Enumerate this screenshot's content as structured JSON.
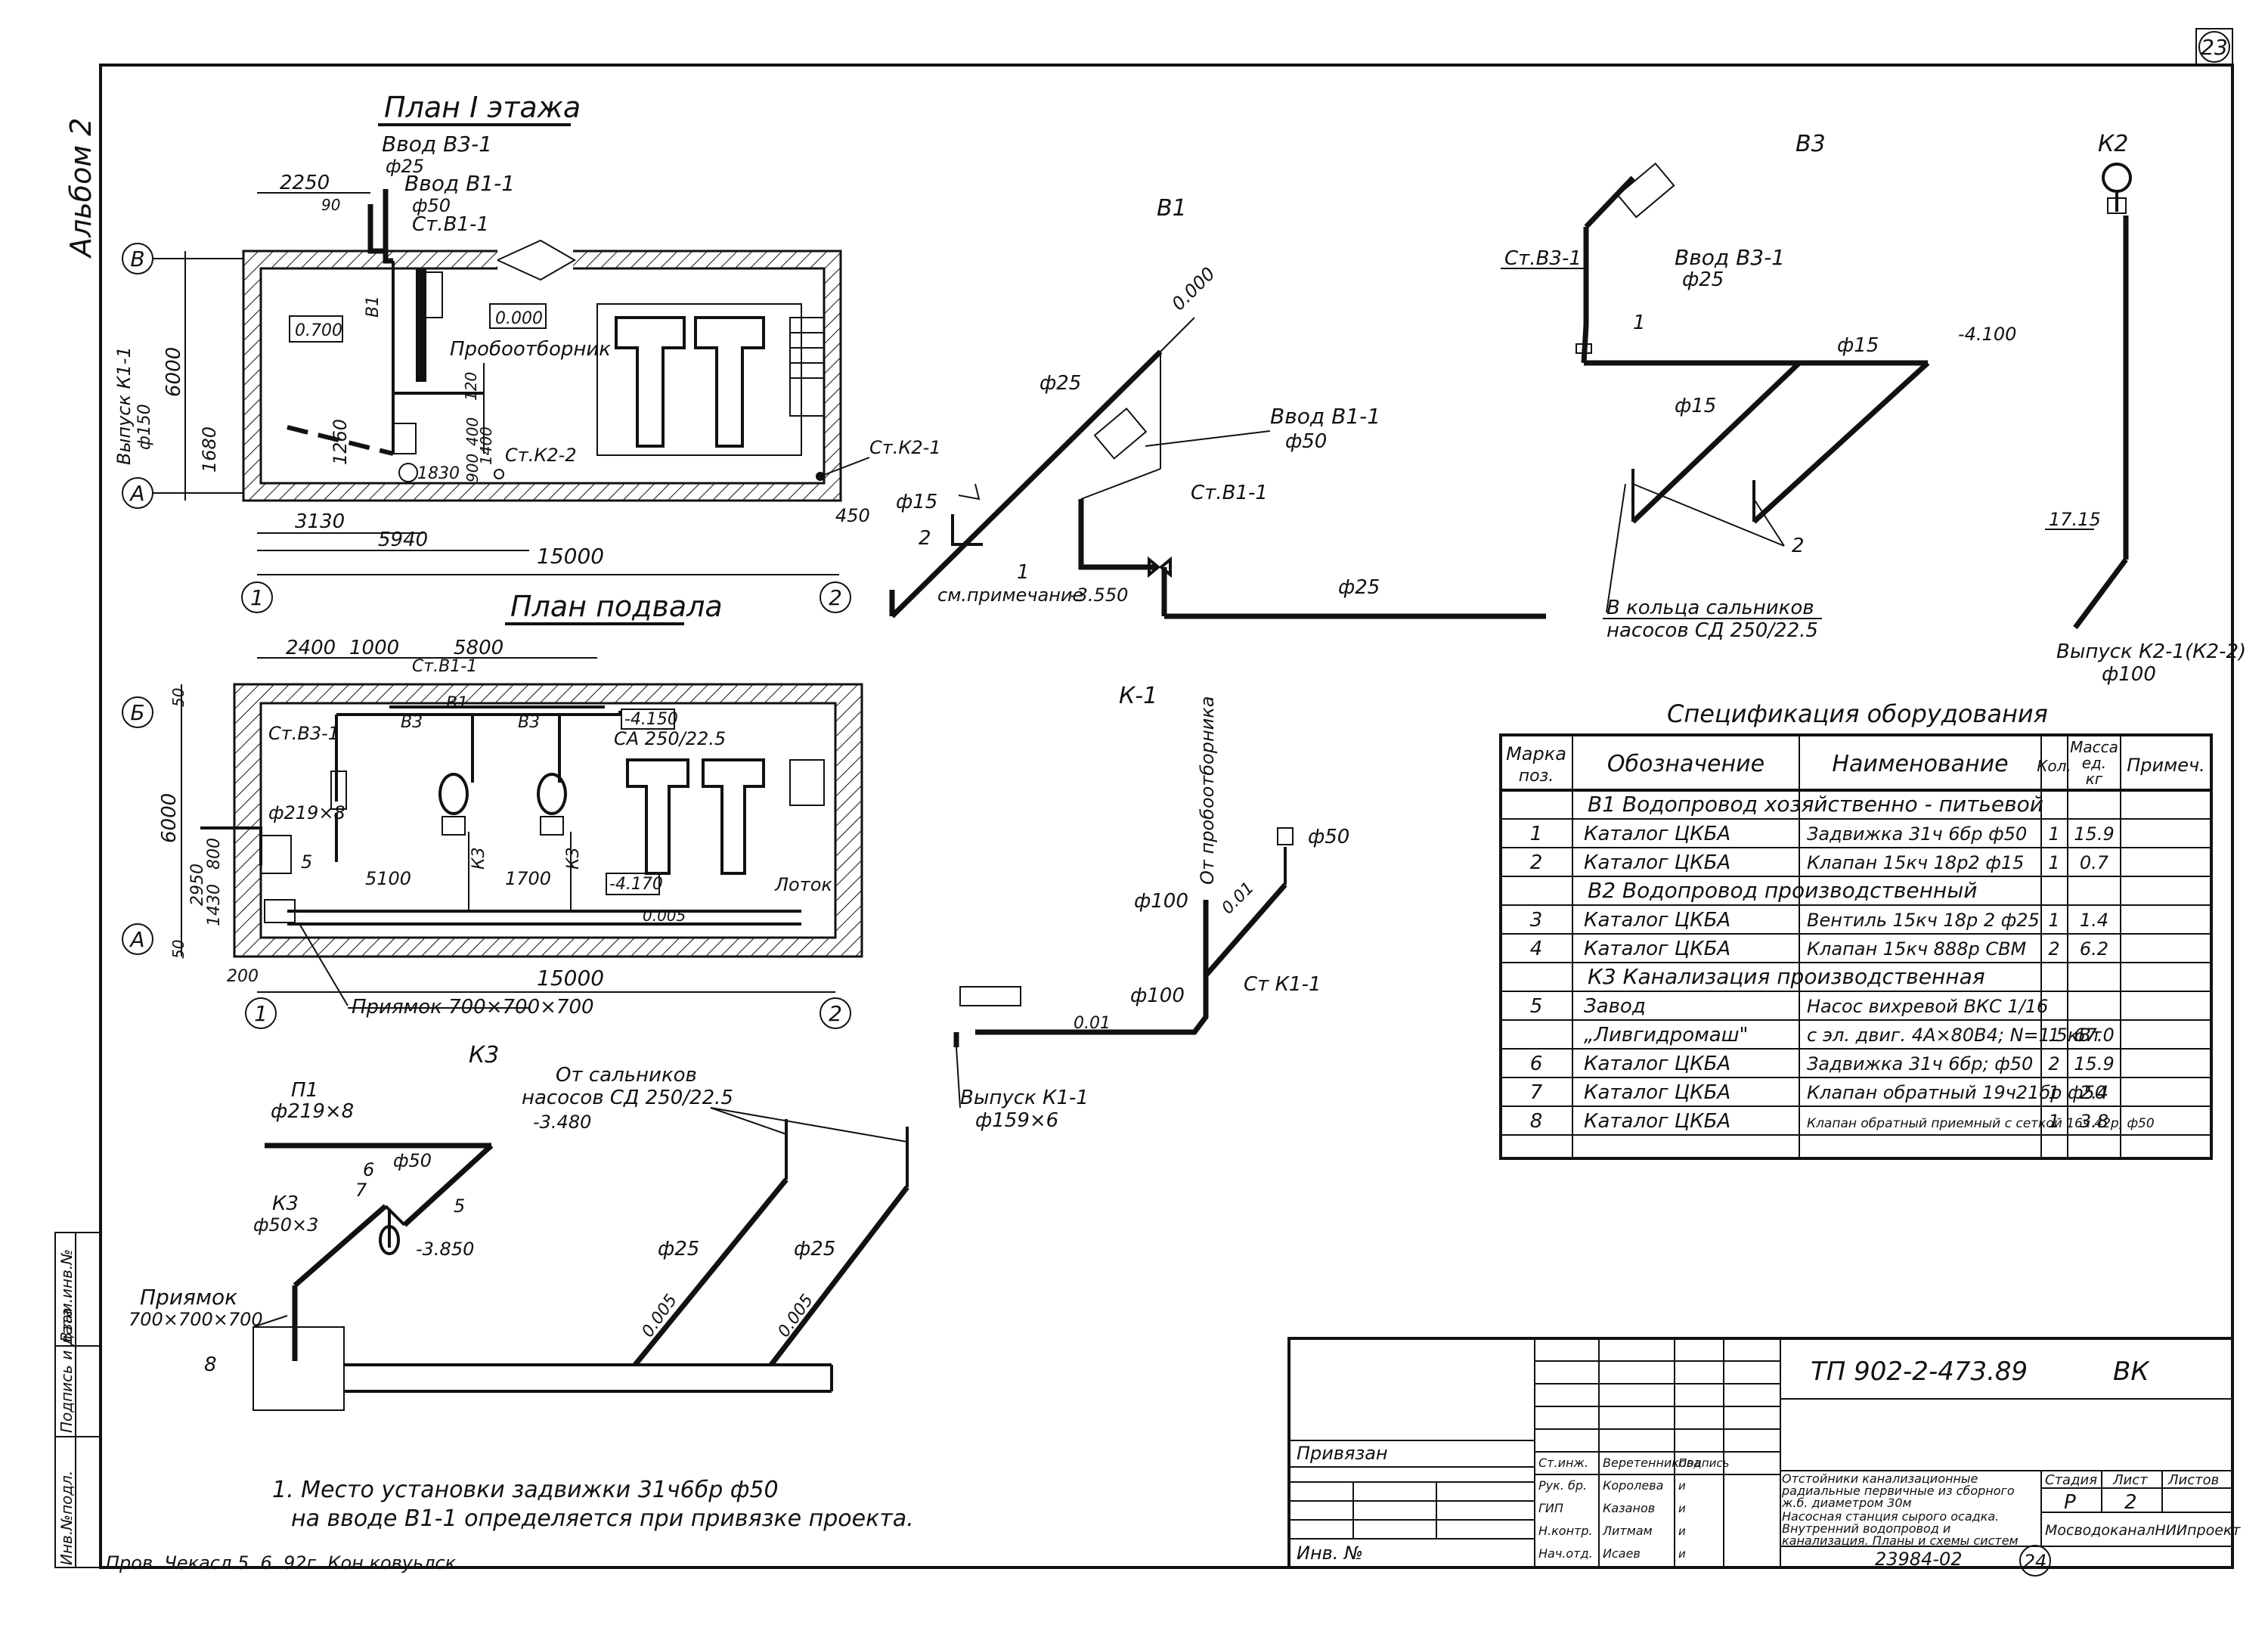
{
  "sheet": {
    "sheet_number": "23",
    "next_sheet": "24",
    "album": "Альбом 2",
    "project_code": "ТП 902-2-473.89",
    "section": "ВК",
    "inventory": "23984-02",
    "note": "1. Место установки задвижки 31ч6бр ф50",
    "note2": "на вводе В1-1 определяется при привязке проекта.",
    "check_line": "Пров.   Чекасл   5. 6. 92г.   Кон.ковуьлск"
  },
  "plan1": {
    "title": "План I этажа",
    "axis_b": "В",
    "axis_a": "А",
    "axis_1": "1",
    "axis_2": "2",
    "vvod_v31": "Ввод В3-1",
    "vvod_v31_d": "ф25",
    "vvod_v11": "Ввод В1-1",
    "vvod_v11_d": "ф50",
    "st_b11": "Ст.В1-1",
    "elev_0700": "0.700",
    "elev_0000": "0.000",
    "probootbornik": "Пробоотборник",
    "vypusk": "Выпуск К1-1",
    "vypusk_d": "ф150",
    "st_k22": "Ст.К2-2",
    "st_k21": "Ст.К2-1",
    "dim_2250": "2250",
    "dim_6000": "6000",
    "dim_1680": "1680",
    "dim_1260": "1260",
    "dim_3130": "3130",
    "dim_5940": "5940",
    "dim_15000": "15000",
    "dim_450": "450",
    "dim_1830": "1830",
    "dim_90": "90",
    "dim_120": "120",
    "dim_400": "400",
    "dim_900": "900",
    "dim_1400": "1400",
    "b1_mark": "В1"
  },
  "basement": {
    "title": "План подвала",
    "axis_b": "Б",
    "axis_a": "А",
    "axis_1": "1",
    "axis_2": "2",
    "dim_2400": "2400",
    "dim_1000": "1000",
    "dim_5800": "5800",
    "st_b11": "Ст.В1-1",
    "st_b31": "Ст.В3-1",
    "b3": "В3",
    "b1": "В1",
    "elev_4150": "-4.150",
    "elev_4170": "-4.170",
    "sa": "СА 250/22.5",
    "pipe_219": "ф219×8",
    "dim_5100": "5100",
    "dim_1700": "1700",
    "dim_6000": "6000",
    "dim_2950": "2950",
    "dim_800": "800",
    "dim_1430": "1430",
    "dim_50": "50",
    "dim_200": "200",
    "dim_15000": "15000",
    "lotok": "Лоток",
    "slope": "0.005",
    "priyamok": "Приямок 700×700×700",
    "k3": "К3",
    "pos5": "5"
  },
  "b1": {
    "title": "В1",
    "elev_0000": "0.000",
    "d25": "ф25",
    "d25b": "ф25",
    "d15": "ф15",
    "vvod": "Ввод В1-1",
    "vvod_d": "ф50",
    "st": "Ст.В1-1",
    "pos1": "1",
    "pos2": "2",
    "note": "см.примечание",
    "elev_3550": "-3.550"
  },
  "b3": {
    "title": "В3",
    "st": "Ст.В3-1",
    "vvod": "Ввод В3-1",
    "vvod_d": "ф25",
    "pos1": "1",
    "pos2": "2",
    "d15a": "ф15",
    "d15b": "ф15",
    "elev_4100": "-4.100",
    "ring1": "В кольца сальников",
    "ring2": "насосов СД 250/22.5"
  },
  "k2": {
    "title": "К2",
    "elev": "17.15",
    "vypusk": "Выпуск К2-1(К2-2)",
    "vypusk_d": "ф100"
  },
  "k1": {
    "title": "К-1",
    "from": "От пробоотборника",
    "d50": "ф50",
    "d100a": "ф100",
    "d100b": "ф100",
    "slope1": "0.01",
    "slope2": "0.01",
    "st": "Ст К1-1",
    "vypusk": "Выпуск К1-1",
    "vypusk_d": "ф159×6"
  },
  "k3": {
    "title": "К3",
    "p1": "П1",
    "p1_d": "ф219×8",
    "from1": "От сальников",
    "from2": "насосов СД 250/22.5",
    "elev_3480": "-3.480",
    "d50": "ф50",
    "pos6": "6",
    "pos7": "7",
    "pos5": "5",
    "pos8": "8",
    "k3_label": "К3",
    "k3_d": "ф50×3",
    "elev_3850": "-3.850",
    "priyamok": "Приямок",
    "priyamok_d": "700×700×700",
    "d25a": "ф25",
    "d25b": "ф25",
    "slope_a": "0.005",
    "slope_b": "0.005"
  },
  "spec": {
    "title": "Спецификация оборудования",
    "headers": [
      "Марка поз.",
      "Обозначение",
      "Наименование",
      "Кол.",
      "Масса ед. кг",
      "Примеч."
    ],
    "group_b1": "В1   Водопровод   хозяйственно - питьевой",
    "group_b2": "В2   Водопровод   производственный",
    "group_k3": "К3   Канализация   производственная",
    "rows": [
      {
        "pos": "1",
        "code": "Каталог   ЦКБА",
        "name": "Задвижка 31ч 6бр ф50",
        "qty": "1",
        "mass": "15.9"
      },
      {
        "pos": "2",
        "code": "Каталог   ЦКБА",
        "name": "Клапан 15кч 18р2 ф15",
        "qty": "1",
        "mass": "0.7"
      },
      {
        "pos": "3",
        "code": "Каталог   ЦКБА",
        "name": "Вентиль 15кч 18р 2 ф25",
        "qty": "1",
        "mass": "1.4"
      },
      {
        "pos": "4",
        "code": "Каталог   ЦКБА",
        "name": "Клапан 15кч 888р СВМ",
        "qty": "2",
        "mass": "6.2"
      },
      {
        "pos": "5",
        "code": "Завод",
        "name": "Насос вихревой ВКС 1/16",
        "qty": "",
        "mass": ""
      },
      {
        "pos": "",
        "code": "„Ливгидромаш\"",
        "name": "с эл. двиг. 4А×80В4; N=1.5кВт",
        "qty": "1",
        "mass": "67.0"
      },
      {
        "pos": "6",
        "code": "Каталог   ЦКБА",
        "name": "Задвижка 31ч 6бр; ф50",
        "qty": "2",
        "mass": "15.9"
      },
      {
        "pos": "7",
        "code": "Каталог   ЦКБА",
        "name": "Клапан обратный 19ч21бр ф50",
        "qty": "1",
        "mass": "2.4"
      },
      {
        "pos": "8",
        "code": "Каталог   ЦКБА",
        "name": "Клапан обратный приемный с сеткой 16ч 42р, ф50",
        "qty": "1",
        "mass": "3.8"
      }
    ]
  },
  "titleblock": {
    "privyazan": "Привязан",
    "inv": "Инв. №",
    "desc1": "Отстойники канализационные радиальные первичные из сборного ж.б. диаметром 30м",
    "desc2": "Насосная станция сырого осадка. Внутренний водопровод и канализация. Планы и схемы систем",
    "stage_h": "Стадия",
    "sheet_h": "Лист",
    "sheets_h": "Листов",
    "stage": "Р",
    "sheet": "2",
    "org": "МосводоканалНИИпроект",
    "roles": [
      {
        "role": "Ст.инж.",
        "name": "Веретенникова",
        "sign": "Подпись"
      },
      {
        "role": "Рук. бр.",
        "name": "Королева",
        "sign": "и"
      },
      {
        "role": "ГИП",
        "name": "Казанов",
        "sign": "и"
      },
      {
        "role": "Н.контр.",
        "name": "Литмам",
        "sign": "и"
      },
      {
        "role": "Нач.отд.",
        "name": "Исаев",
        "sign": "и"
      }
    ],
    "side": [
      "Инв.№подл.",
      "Подпись и дата",
      "Взам.инв.№"
    ]
  }
}
